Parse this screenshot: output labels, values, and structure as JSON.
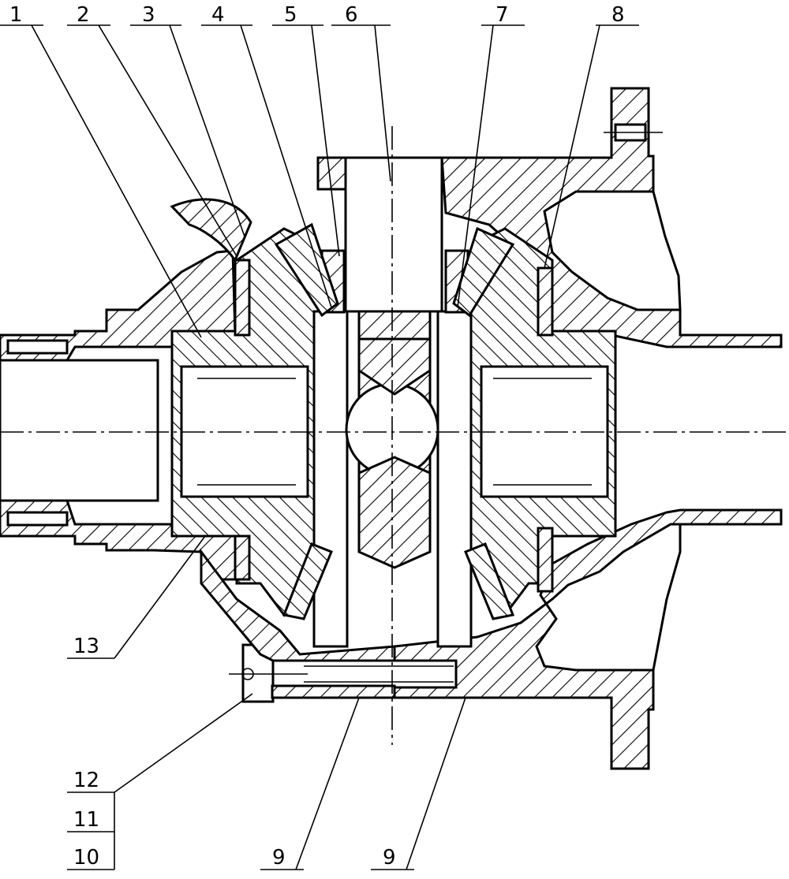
{
  "drawing": {
    "title": "",
    "part_numbers": [
      "1",
      "2",
      "3",
      "4",
      "5",
      "6",
      "7",
      "8",
      "9",
      "9",
      "10",
      "11",
      "12",
      "13"
    ]
  },
  "labels": {
    "top": [
      "1",
      "2",
      "3",
      "4",
      "5",
      "6",
      "7",
      "8"
    ],
    "left": [
      "13",
      "12",
      "11",
      "10"
    ],
    "bottom": [
      "9",
      "9"
    ]
  }
}
